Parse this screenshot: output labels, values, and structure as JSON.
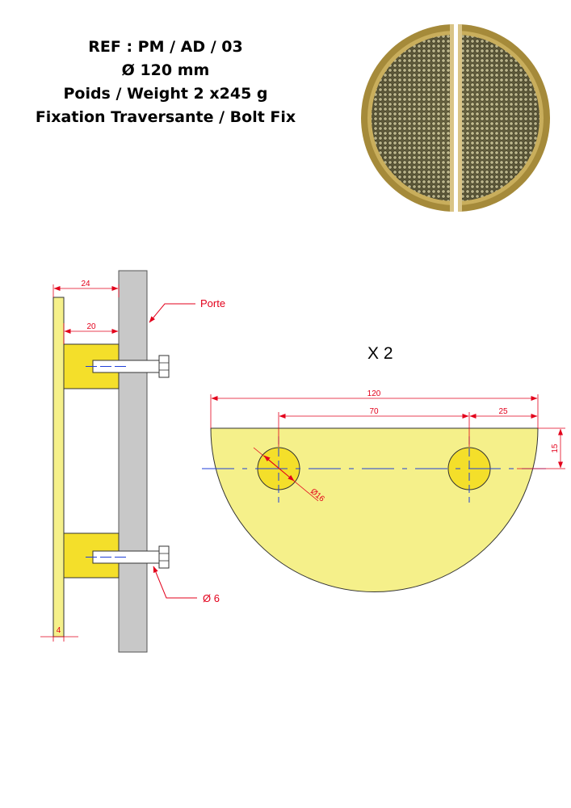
{
  "header": {
    "ref": "REF : PM / AD / 03",
    "diameter": "Ø 120 mm",
    "weight": "Poids /  Weight 2 x245 g",
    "fixation": "Fixation Traversante / Bolt Fix"
  },
  "side_view": {
    "dim_total_depth": "24",
    "dim_base_depth": "20",
    "dim_plate_thickness": "4",
    "door_label": "Porte",
    "bolt_label": "Ø 6"
  },
  "front_view": {
    "quantity_label": "X 2",
    "dim_width": "120",
    "dim_hole_spacing": "70",
    "dim_hole_offset": "25",
    "dim_hole_height": "15",
    "dim_hole_diameter": "Ø16"
  },
  "colors": {
    "brass": "#f5f08a",
    "base_block": "#f4df2a",
    "door": "#c8c8c8",
    "dimension": "#e3001b",
    "center_line": "#1f3fd8"
  }
}
